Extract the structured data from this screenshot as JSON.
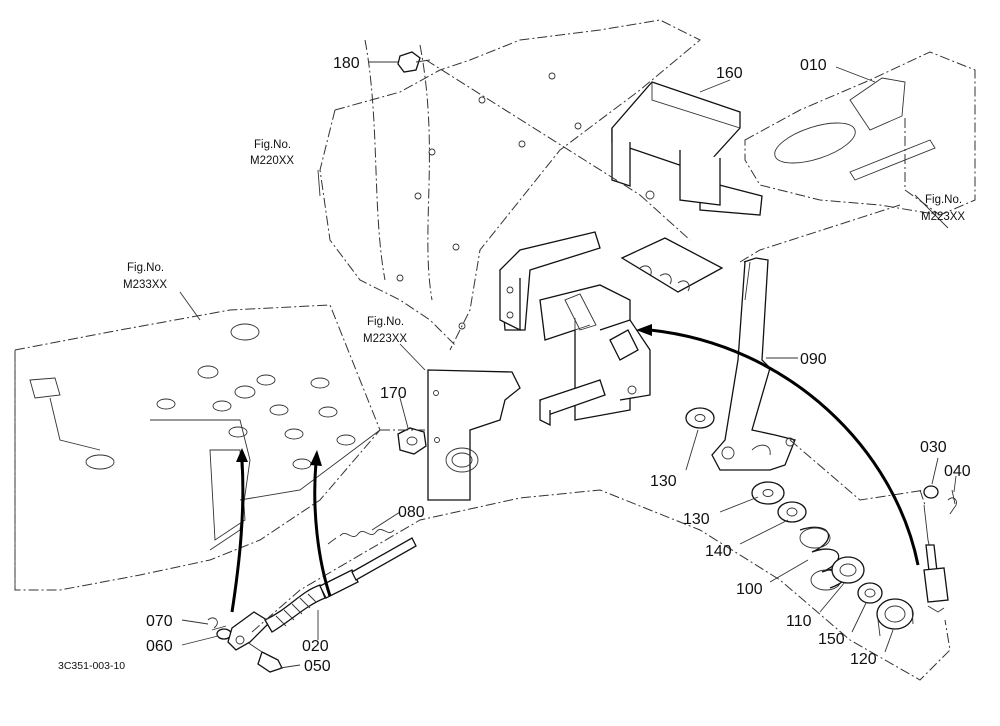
{
  "diagram": {
    "drawing_code": "3C351-003-10",
    "callouts": {
      "p010": "010",
      "p020": "020",
      "p030": "030",
      "p040": "040",
      "p050": "050",
      "p060": "060",
      "p070": "070",
      "p080": "080",
      "p090": "090",
      "p100": "100",
      "p110": "110",
      "p120": "120",
      "p130a": "130",
      "p130b": "130",
      "p140": "140",
      "p150": "150",
      "p160": "160",
      "p170": "170",
      "p180": "180"
    },
    "figure_refs": {
      "fig_prefix_a": "Fig.No.",
      "fig_a": "M220XX",
      "fig_prefix_b": "Fig.No.",
      "fig_b": "M233XX",
      "fig_prefix_c": "Fig.No.",
      "fig_c": "M223XX",
      "fig_prefix_d": "Fig.No.",
      "fig_d": "M223XX"
    }
  }
}
